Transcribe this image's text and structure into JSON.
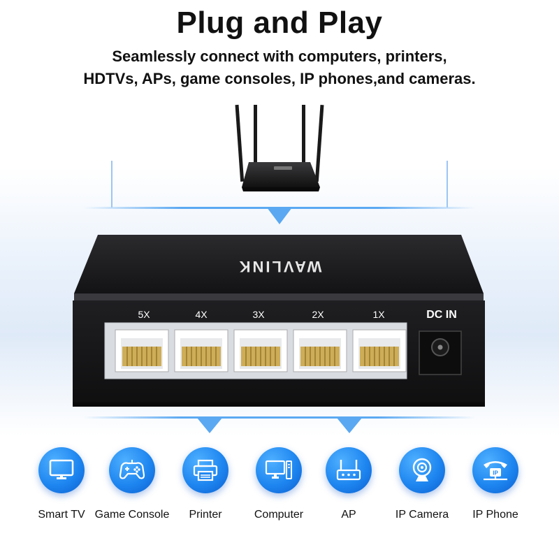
{
  "header": {
    "title": "Plug and Play",
    "subtitle_line1": "Seamlessly connect with computers, printers,",
    "subtitle_line2": "HDTVs, APs, game consoles, IP phones,and cameras."
  },
  "switch": {
    "brand": "WAVLINK",
    "ports": [
      "5X",
      "4X",
      "3X",
      "2X",
      "1X"
    ],
    "dc_label": "DC IN"
  },
  "devices": [
    {
      "label": "Smart TV",
      "icon": "tv-icon"
    },
    {
      "label": "Game Console",
      "icon": "gamepad-icon"
    },
    {
      "label": "Printer",
      "icon": "printer-icon"
    },
    {
      "label": "Computer",
      "icon": "computer-icon"
    },
    {
      "label": "AP",
      "icon": "access-point-icon"
    },
    {
      "label": "IP Camera",
      "icon": "webcam-icon"
    },
    {
      "label": "IP Phone",
      "icon": "ip-phone-icon"
    }
  ],
  "colors": {
    "accent_blue": "#1e86f0",
    "switch_body": "#1c1c1e",
    "port_panel": "#d9dde2"
  }
}
